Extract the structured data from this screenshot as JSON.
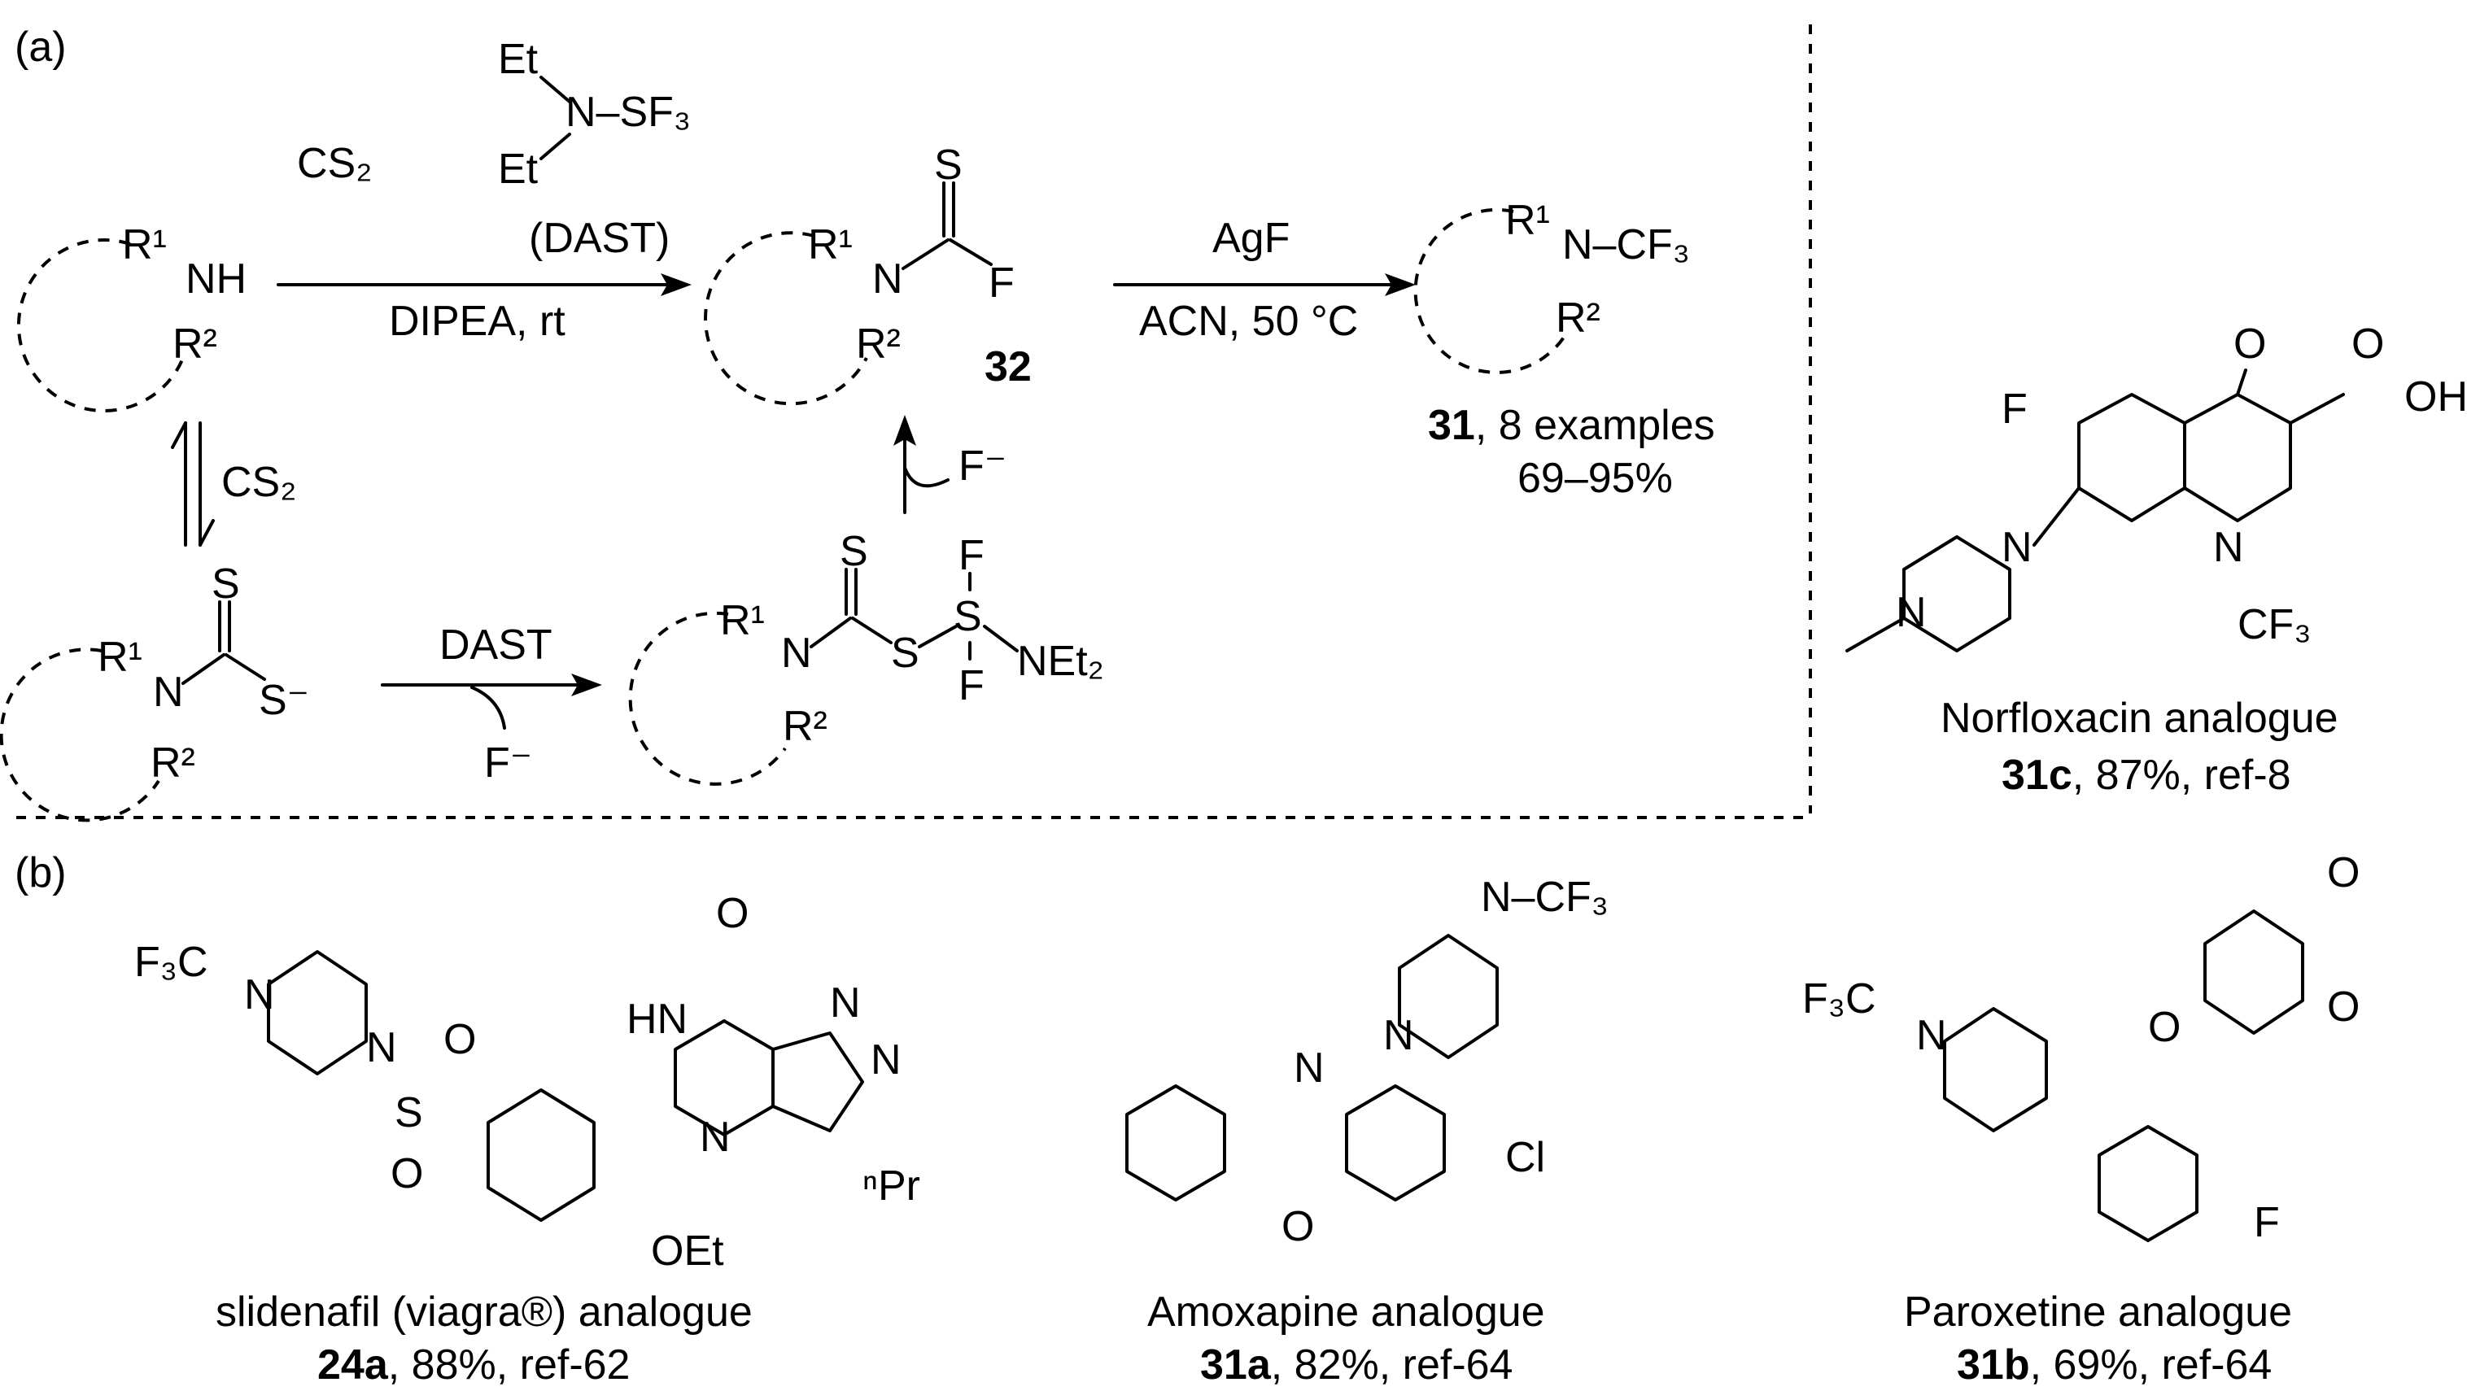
{
  "panels": {
    "a_label": "(a)",
    "b_label": "(b)"
  },
  "reagents": {
    "cs2_top": "CS₂",
    "dast_et1": "Et",
    "dast_nsf3": "N–SF₃",
    "dast_et2": "Et",
    "dast_name": "(DAST)",
    "dipea": "DIPEA, rt",
    "agf": "AgF",
    "acn": "ACN, 50 °C",
    "cs2_eq": "CS₂",
    "dast_lower": "DAST",
    "fluoride_lower": "F⁻",
    "fluoride_up": "F⁻"
  },
  "structures": {
    "amine_r1": "R¹",
    "amine_nh": "NH",
    "amine_r2": "R²",
    "tcf_r1": "R¹",
    "tcf_n": "N",
    "tcf_r2": "R²",
    "tcf_s": "S",
    "tcf_f": "F",
    "tcf_num": "32",
    "prod_r1": "R¹",
    "prod_ncf3": "N–CF₃",
    "prod_r2": "R²",
    "dtc_r1": "R¹",
    "dtc_n": "N",
    "dtc_r2": "R²",
    "dtc_s1": "S",
    "dtc_s2": "S⁻",
    "int_r1": "R¹",
    "int_n": "N",
    "int_r2": "R²",
    "int_s1": "S",
    "int_s2": "S",
    "int_s3": "S",
    "int_f1": "F",
    "int_f2": "F",
    "int_net2": "NEt₂"
  },
  "products": {
    "p31_num": "31",
    "p31_text": ", 8 examples",
    "p31_yield": "69–95%",
    "norflox_name": "Norfloxacin analogue",
    "norflox_num": "31c",
    "norflox_ref": ", 87%, ref-8",
    "norflox_o": "O",
    "norflox_oh": "OH",
    "norflox_o2": "O",
    "norflox_f": "F",
    "norflox_n1": "N",
    "norflox_n2": "N",
    "norflox_n3": "N",
    "norflox_cf3": "CF₃",
    "silden_name": "slidenafil (viagra®) analogue",
    "silden_num": "24a",
    "silden_ref": ", 88%, ref-62",
    "silden_f3c": "F₃C",
    "silden_n1": "N",
    "silden_n2": "N",
    "silden_s": "S",
    "silden_o1": "O",
    "silden_o2": "O",
    "silden_hn": "HN",
    "silden_o3": "O",
    "silden_n3": "N",
    "silden_n4": "N",
    "silden_n5": "N",
    "silden_oet": "OEt",
    "silden_npr": "ⁿPr",
    "amox_name": "Amoxapine analogue",
    "amox_num": "31a",
    "amox_ref": ", 82%, ref-64",
    "amox_cf3": "N–CF₃",
    "amox_n1": "N",
    "amox_n2": "N",
    "amox_o": "O",
    "amox_cl": "Cl",
    "parox_name": "Paroxetine analogue",
    "parox_num": "31b",
    "parox_ref": ", 69%, ref-64",
    "parox_f3c": "F₃C",
    "parox_n": "N",
    "parox_o1": "O",
    "parox_o2": "O",
    "parox_o3": "O",
    "parox_f": "F"
  }
}
